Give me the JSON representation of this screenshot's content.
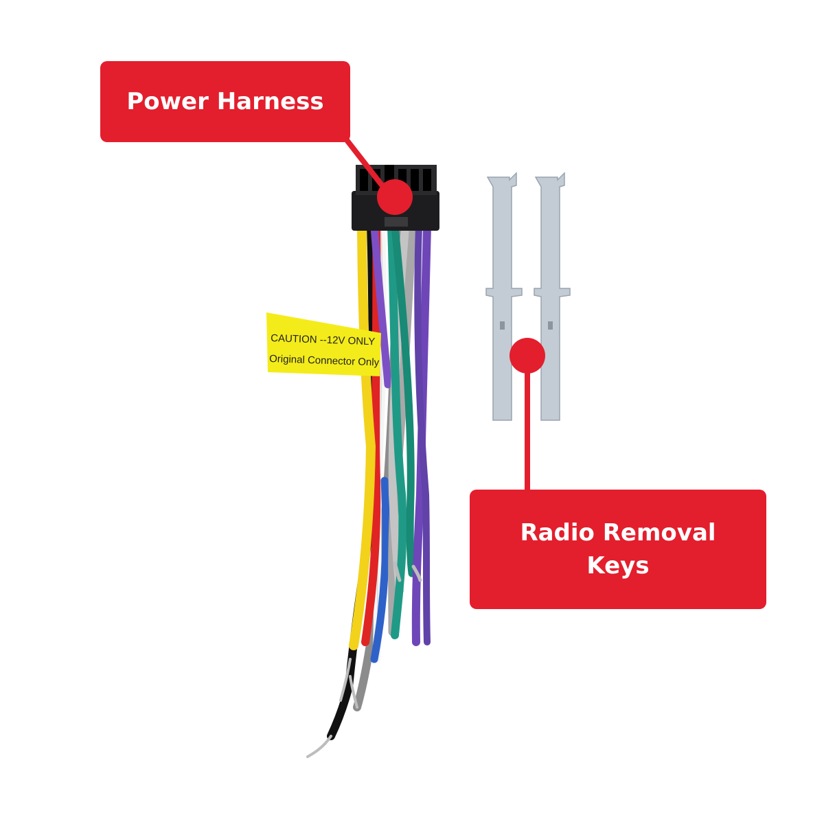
{
  "callouts": {
    "harness": "Power Harness",
    "keys_line1": "Radio Removal",
    "keys_line2": "Keys"
  },
  "tag": {
    "line1": "CAUTION --12V ONLY",
    "line2": "Original Connector Only"
  },
  "colors": {
    "accent": "#e31e2d",
    "tag": "#f4ec1a",
    "key_metal": "#c3ccd4",
    "connector": "#1d1d1f"
  },
  "wire_colors": [
    "#f2d21b",
    "#e02424",
    "#7d4fc4",
    "#ffffff",
    "#1f9a86",
    "#a6a6a6",
    "#222222",
    "#6e46b8",
    "#2f62c9",
    "#9b9b9b"
  ]
}
